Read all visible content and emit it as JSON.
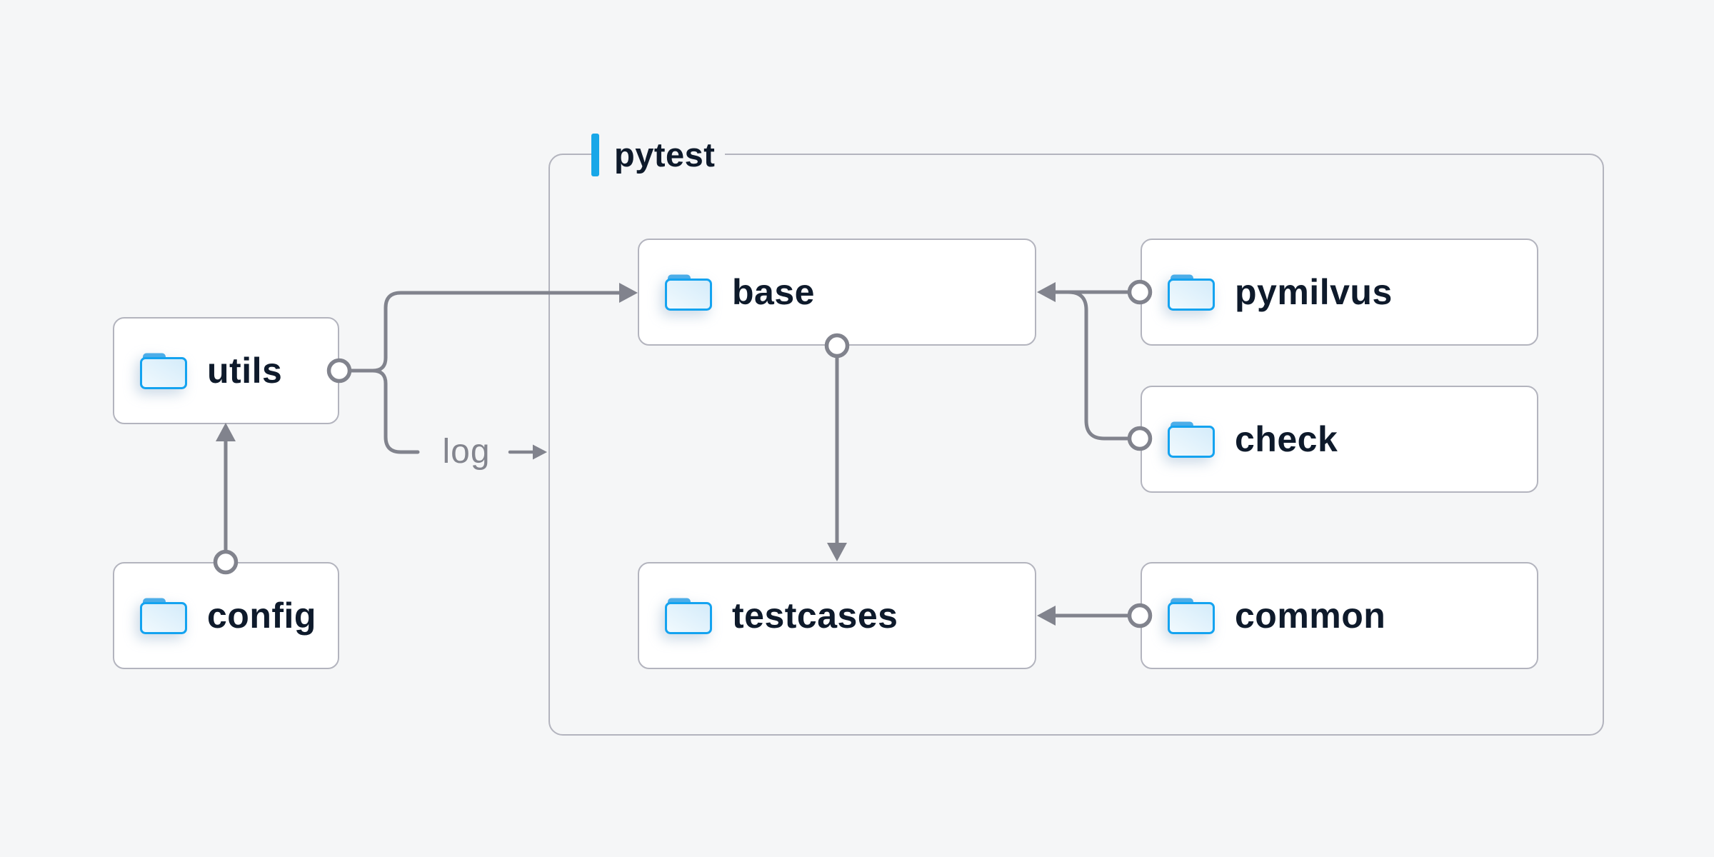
{
  "diagram": {
    "container": {
      "label": "pytest"
    },
    "nodes": {
      "utils": {
        "label": "utils"
      },
      "config": {
        "label": "config"
      },
      "base": {
        "label": "base"
      },
      "testcases": {
        "label": "testcases"
      },
      "pymilvus": {
        "label": "pymilvus"
      },
      "check": {
        "label": "check"
      },
      "common": {
        "label": "common"
      }
    },
    "edge_label": "log",
    "edges": [
      {
        "from": "config",
        "to": "utils"
      },
      {
        "from": "utils",
        "to": "base"
      },
      {
        "from": "utils",
        "to": "pytest-group",
        "label": "log"
      },
      {
        "from": "pymilvus",
        "to": "base"
      },
      {
        "from": "check",
        "to": "base"
      },
      {
        "from": "base",
        "to": "testcases"
      },
      {
        "from": "common",
        "to": "testcases"
      }
    ],
    "colors": {
      "background": "#f5f6f7",
      "accent_blue": "#18a7e8",
      "folder_blue": "#14a3f0",
      "connector_gray": "#81838d",
      "border_gray": "#b3b4be",
      "text_navy": "#0e1a2b",
      "edge_label_gray": "#83858e"
    }
  }
}
